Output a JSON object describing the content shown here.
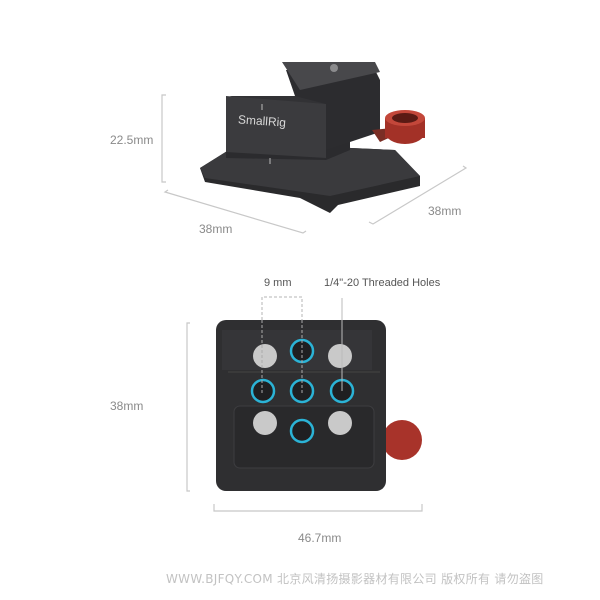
{
  "top_view": {
    "product_brand": "SmallRig",
    "dimensions": {
      "height": "22.5mm",
      "depth_left": "38mm",
      "depth_right": "38mm"
    }
  },
  "bottom_view": {
    "dimensions": {
      "height": "38mm",
      "width": "46.7mm",
      "hole_spacing": "9 mm"
    },
    "callout": "1/4\"-20 Threaded Holes"
  },
  "colors": {
    "body": "#2f2f31",
    "accent_knob": "#b3362a",
    "hole_ring": "#2bb3d6",
    "screw": "#c9c9c9",
    "dim_line": "#c8c8c8",
    "dim_text": "#8a8a8a"
  },
  "watermark": "WWW.BJFQY.COM 北京风清扬摄影器材有限公司 版权所有 请勿盗图"
}
